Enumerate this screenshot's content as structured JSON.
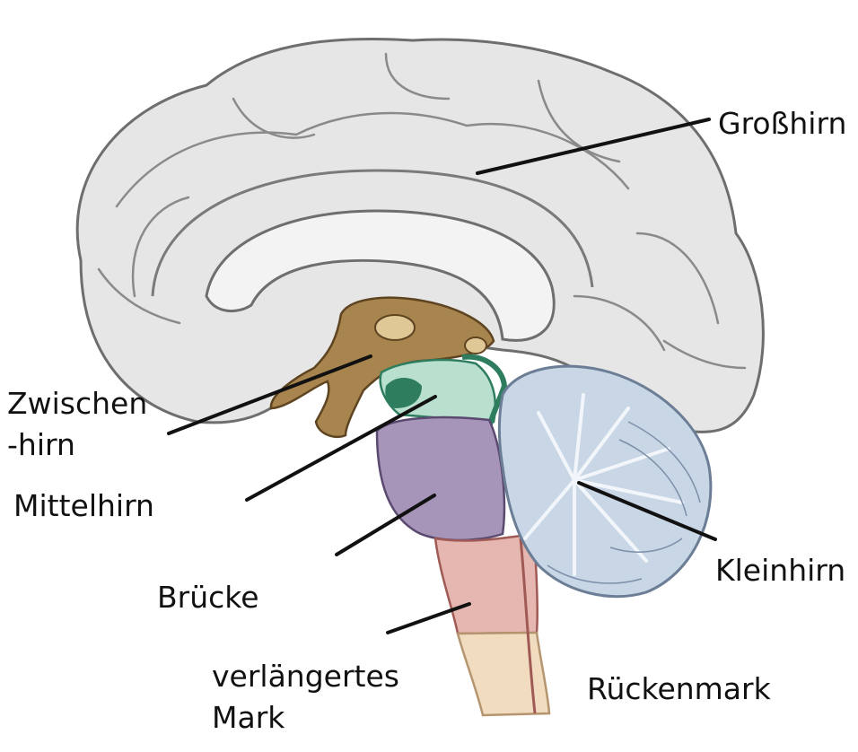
{
  "labels": {
    "grosshirn": "Großhirn",
    "zwischenhirn_line1": "Zwischen",
    "zwischenhirn_line2": "-hirn",
    "mittelhirn": "Mittelhirn",
    "bruecke": "Brücke",
    "verlaengertes_mark_line1": "verlängertes",
    "verlaengertes_mark_line2": "Mark",
    "kleinhirn": "Kleinhirn",
    "rueckenmark": "Rückenmark"
  },
  "colors": {
    "cerebrum": "#e6e6e6",
    "cerebrum_outline": "#6e6e6e",
    "diencephalon": "#a8844e",
    "midbrain": "#b9e0cf",
    "midbrain_dark": "#2f7d5f",
    "pons": "#a694b9",
    "medulla": "#e6b7b1",
    "spinal_cord": "#f1dcc0",
    "cerebellum": "#c8d6e6",
    "cerebellum_outline": "#6b7e96",
    "pointer_lines": "#111111"
  }
}
